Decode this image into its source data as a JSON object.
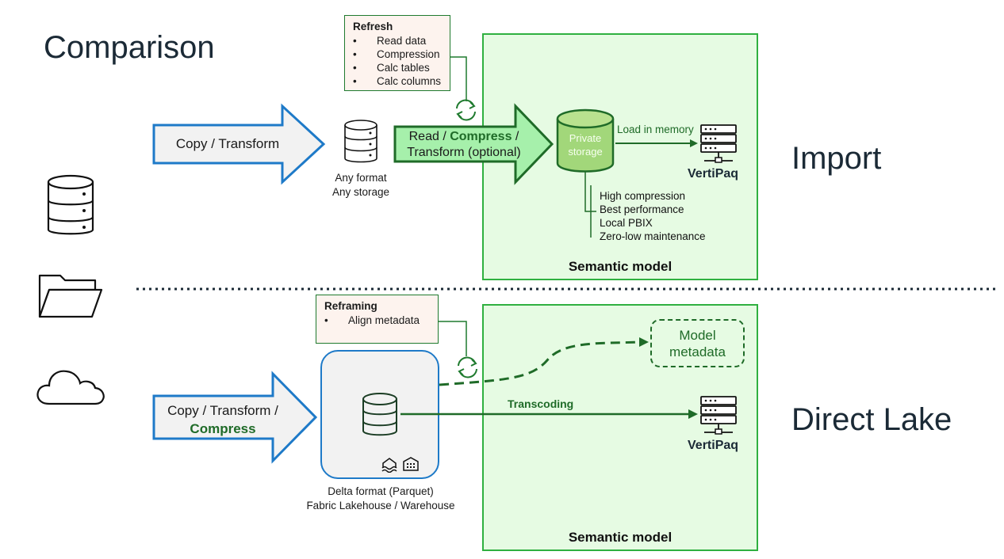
{
  "title": "Comparison",
  "import": {
    "label": "Import",
    "refresh": {
      "title": "Refresh",
      "items": [
        "Read data",
        "Compression",
        "Calc tables",
        "Calc columns"
      ]
    },
    "copy_transform": "Copy / Transform",
    "storage_caption": [
      "Any format",
      "Any storage"
    ],
    "read_compress": {
      "prefix": "Read / ",
      "bold": "Compress",
      "suffix": " /",
      "line2": "Transform (optional)"
    },
    "private_storage": [
      "Private",
      "storage"
    ],
    "load_in_memory": "Load in memory",
    "vertipaq": "VertiPaq",
    "features": [
      "High compression",
      "Best performance",
      "Local PBIX",
      "Zero-low maintenance"
    ],
    "semantic_model": "Semantic model"
  },
  "direct_lake": {
    "label": "Direct Lake",
    "reframing": {
      "title": "Reframing",
      "items": [
        "Align metadata"
      ]
    },
    "copy_transform": "Copy / Transform /",
    "compress": "Compress",
    "lake_caption": [
      "Delta format (Parquet)",
      "Fabric Lakehouse / Warehouse"
    ],
    "model_metadata": [
      "Model",
      "metadata"
    ],
    "transcoding": "Transcoding",
    "vertipaq": "VertiPaq",
    "semantic_model": "Semantic model"
  },
  "colors": {
    "green": "#1f6b28",
    "bright_green": "#2fb040",
    "blue": "#1e7ac8",
    "pale_green": "#e6fbe3"
  },
  "icons": [
    "database-icon",
    "folder-icon",
    "cloud-icon",
    "refresh-icon",
    "server-icon",
    "lake-icon",
    "warehouse-icon"
  ]
}
